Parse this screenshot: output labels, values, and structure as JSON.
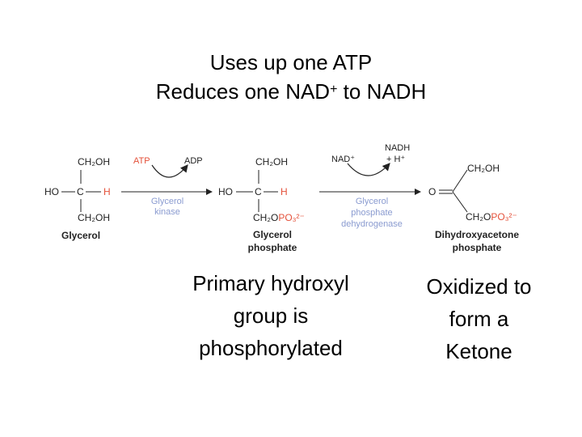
{
  "title": {
    "line1": "Uses up one ATP",
    "line2_prefix": "Reduces one NAD",
    "line2_sup": "+",
    "line2_suffix": " to NADH"
  },
  "diagram": {
    "colors": {
      "accent": "#e4513a",
      "enzyme": "#8a9bd0",
      "text": "#222222"
    },
    "glycerol": {
      "top": "CH₂OH",
      "ho": "HO",
      "c": "C",
      "h": "H",
      "bottom": "CH₂OH",
      "name": "Glycerol"
    },
    "step1": {
      "cofactor_in": "ATP",
      "cofactor_out": "ADP",
      "enzyme_line1": "Glycerol",
      "enzyme_line2": "kinase"
    },
    "g3p": {
      "top": "CH₂OH",
      "ho": "HO",
      "c": "C",
      "h": "H",
      "bottom_prefix": "CH₂O",
      "bottom_group": "PO₃²⁻",
      "name_line1": "Glycerol",
      "name_line2": "phosphate"
    },
    "step2": {
      "cofactor_in": "NAD⁺",
      "cofactor_out_line1": "NADH",
      "cofactor_out_line2": "+ H⁺",
      "enzyme_line1": "Glycerol",
      "enzyme_line2": "phosphate",
      "enzyme_line3": "dehydrogenase"
    },
    "dhap": {
      "top": "CH₂OH",
      "o": "O",
      "bottom_prefix": "CH₂O",
      "bottom_group": "PO₃²⁻",
      "name_line1": "Dihydroxyacetone",
      "name_line2": "phosphate"
    }
  },
  "captions": {
    "left": [
      "Primary hydroxyl",
      "group is",
      "phosphorylated"
    ],
    "right": [
      "Oxidized to",
      "form a",
      "Ketone"
    ]
  }
}
